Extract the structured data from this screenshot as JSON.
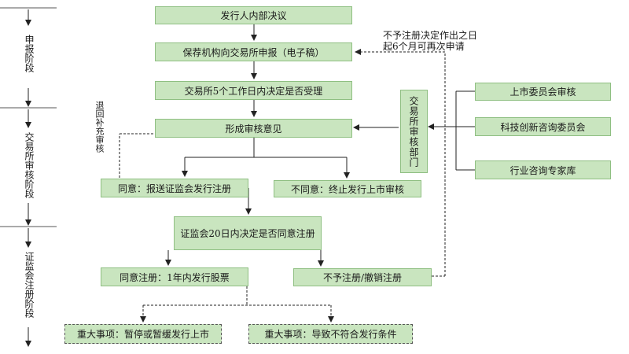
{
  "stages": [
    {
      "label": "申报阶段"
    },
    {
      "label": "交易所审核阶段"
    },
    {
      "label": "证监会注册阶段"
    }
  ],
  "boxes": {
    "issuer_resolution": "发行人内部决议",
    "sponsor_submit": "保荐机构向交易所申报（电子稿）",
    "accept_decision": "交易所5个工作日内决定是否受理",
    "review_opinion": "形成审核意见",
    "agree_submit": "同意：报送证监会发行注册",
    "disagree_terminate": "不同意：终止发行上市审核",
    "csrc_decision": "证监会20日内决定是否同意注册",
    "agree_register": "同意注册：1年内发行股票",
    "reject_register": "不予注册/撤销注册",
    "major_suspend": "重大事项：暂停或暂缓发行上市",
    "major_noncompliant": "重大事项：导致不符合发行条件",
    "review_dept": "交易所审核部门",
    "listing_committee": "上市委员会审核",
    "tech_committee": "科技创新咨询委员会",
    "expert_pool": "行业咨询专家库"
  },
  "notes": {
    "resubmit": [
      "不予注册决定作出之日",
      "起6个月可再次申请"
    ],
    "return_supplement": "退回补充审核"
  },
  "colors": {
    "box_fill": "#c9e5bf",
    "box_border": "#8fbf82",
    "line": "#222222"
  }
}
